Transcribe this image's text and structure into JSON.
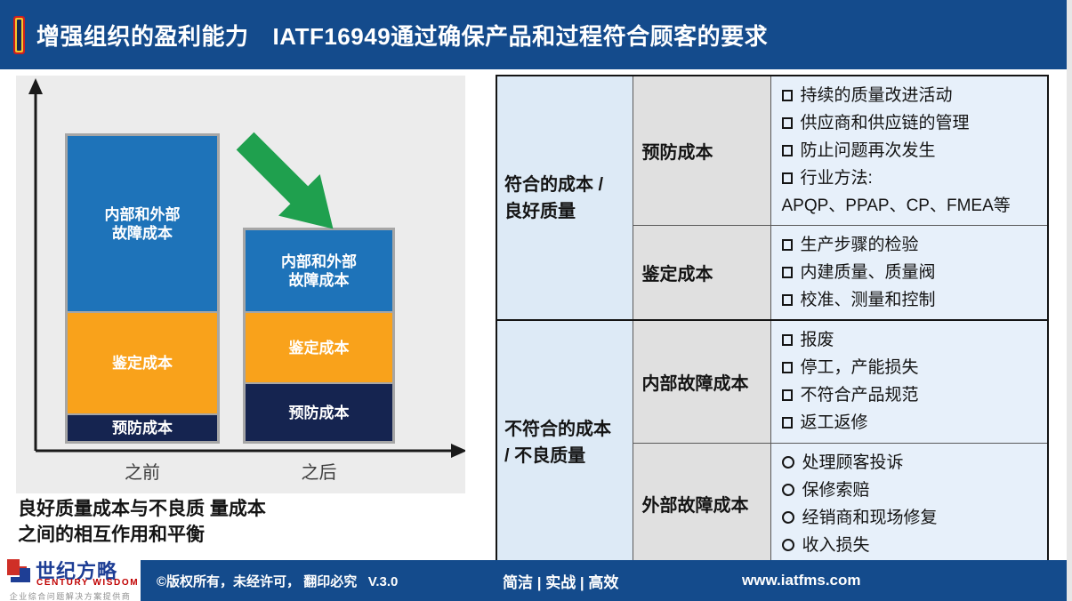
{
  "header": {
    "title_left": "增强组织的盈利能力",
    "title_right": "IATF16949通过确保产品和过程符合顾客的要求"
  },
  "chart_data": {
    "type": "bar",
    "subtype": "stacked",
    "title": "",
    "xlabel": "",
    "ylabel": "",
    "axis_numeric": false,
    "legend_position": "none",
    "categories": [
      "之前",
      "之后"
    ],
    "series": [
      {
        "name": "内部和外部故障成本",
        "label_lines": [
          "内部和外部",
          "故障成本"
        ],
        "color": "#1E73B9",
        "values": [
          197,
          91
        ]
      },
      {
        "name": "鉴定成本",
        "label_lines": [
          "鉴定成本"
        ],
        "color": "#F9A21B",
        "values": [
          113,
          78
        ]
      },
      {
        "name": "预防成本",
        "label_lines": [
          "预防成本"
        ],
        "color": "#152450",
        "values": [
          29,
          64
        ]
      }
    ],
    "values_unit": "relative height (no numeric axis shown)",
    "annotation": "green arrow pointing down-right between bars"
  },
  "caption": {
    "line1": "良好质量成本与不良质 量成本",
    "line2": "之间的相互作用和平衡"
  },
  "table": {
    "groups": [
      {
        "line1": "符合的成本 /",
        "line2": "良好质量"
      },
      {
        "line1": "不符合的成本",
        "line2": "/ 不良质量"
      }
    ],
    "rows": [
      {
        "type_label": "预防成本",
        "bullet_style": "square",
        "items": [
          "持续的质量改进活动",
          "供应商和供应链的管理",
          "防止问题再次发生",
          "行业方法:"
        ],
        "continuation": "APQP、PPAP、CP、FMEA等"
      },
      {
        "type_label": "鉴定成本",
        "bullet_style": "square",
        "items": [
          "生产步骤的检验",
          "内建质量、质量阀",
          "校准、测量和控制"
        ]
      },
      {
        "type_label": "内部故障成本",
        "bullet_style": "square",
        "items": [
          "报废",
          "停工，产能损失",
          "不符合产品规范",
          "返工返修"
        ]
      },
      {
        "type_label": "外部故障成本",
        "bullet_style": "circle",
        "items": [
          "处理顾客投诉",
          "保修索赔",
          "经销商和现场修复",
          "收入损失"
        ]
      }
    ]
  },
  "footer": {
    "copyright": "©版权所有，未经许可， 翻印必究   V.3.0",
    "slogan": "简洁 | 实战 | 高效",
    "website": "www.iatfms.com",
    "logo": {
      "name_cn": "世纪方略",
      "name_en": "CENTURY WISDOM",
      "tagline": "企业综合问题解决方案提供商"
    }
  },
  "colors": {
    "header_footer_blue": "#144B8C",
    "accent_red": "#CE1F1F",
    "accent_yellow": "#F7C52A",
    "panel_gray": "#ECECEC",
    "arrow_green": "#1FA04E",
    "table_category_bg": "#DDEAF6",
    "table_type_bg": "#E0E0E0",
    "table_detail_bg": "#E7F0FA",
    "logo_blue": "#1E3E95",
    "logo_red": "#C00000"
  }
}
